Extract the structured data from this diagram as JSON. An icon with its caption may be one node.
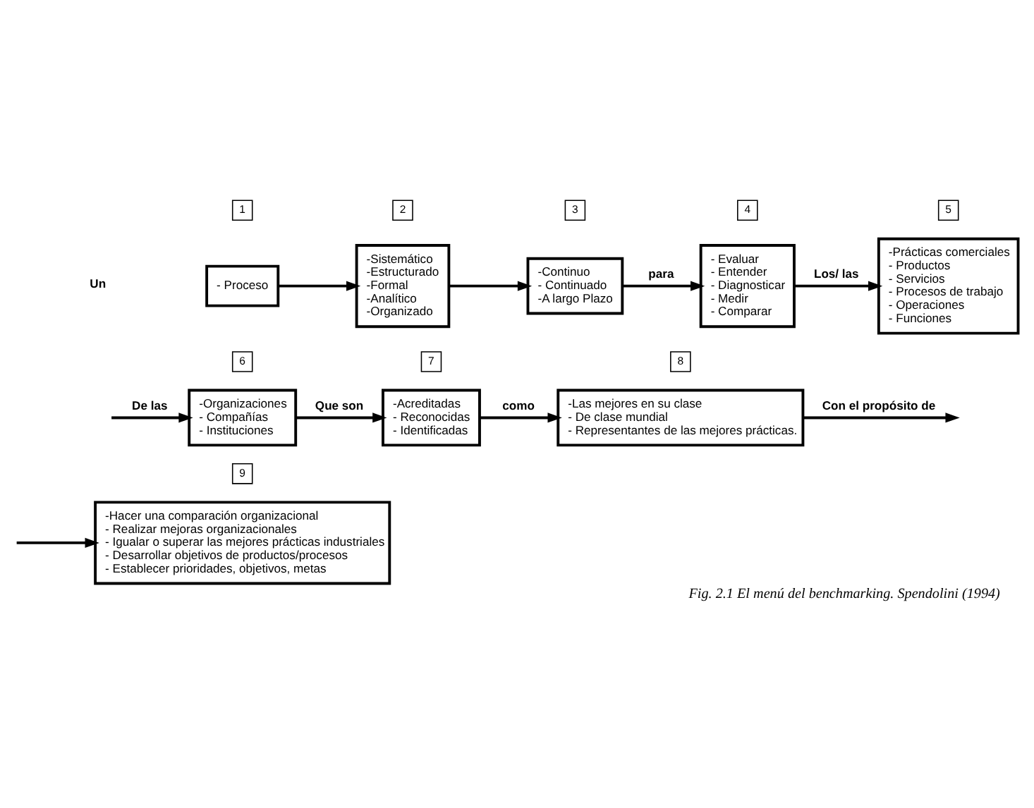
{
  "diagram": {
    "caption": "Fig. 2.1 El menú del benchmarking. Spendolini (1994)",
    "nodes": [
      {
        "text": [
          "1"
        ]
      },
      {
        "text": [
          "- Proceso"
        ]
      },
      {
        "text": [
          "2"
        ]
      },
      {
        "text": [
          "-Sistemático",
          "-Estructurado",
          "-Formal",
          "-Analítico",
          "-Organizado"
        ]
      },
      {
        "text": [
          "3"
        ]
      },
      {
        "text": [
          "-Continuo",
          "- Continuado",
          "-A largo Plazo"
        ]
      },
      {
        "text": [
          "4"
        ]
      },
      {
        "text": [
          "- Evaluar",
          "- Entender",
          "- Diagnosticar",
          "- Medir",
          "- Comparar"
        ]
      },
      {
        "text": [
          "5"
        ]
      },
      {
        "text": [
          "-Prácticas comerciales",
          "- Productos",
          "- Servicios",
          "- Procesos de trabajo",
          "- Operaciones",
          "- Funciones"
        ]
      },
      {
        "text": [
          "6"
        ]
      },
      {
        "text": [
          "-Organizaciones",
          "- Compañías",
          "- Instituciones"
        ]
      },
      {
        "text": [
          "7"
        ]
      },
      {
        "text": [
          "-Acreditadas",
          "- Reconocidas",
          "- Identificadas"
        ]
      },
      {
        "text": [
          "8"
        ]
      },
      {
        "text": [
          "-Las mejores en su clase",
          "- De clase mundial",
          "- Representantes de las mejores prácticas."
        ]
      },
      {
        "text": [
          "9"
        ]
      },
      {
        "text": [
          "-Hacer una comparación organizacional",
          "- Realizar mejoras organizacionales",
          "- Igualar o superar las mejores prácticas industriales",
          "- Desarrollar objetivos de productos/procesos",
          "- Establecer prioridades, objetivos, metas"
        ]
      }
    ],
    "edges": [
      {
        "from": 1,
        "to": 3,
        "arrow": "to"
      },
      {
        "from": 3,
        "to": 5,
        "arrow": "to"
      },
      {
        "from": 5,
        "to": 7,
        "arrow": "to",
        "label": "para"
      },
      {
        "from": 7,
        "to": 9,
        "arrow": "to",
        "label": "Los/ las"
      },
      {
        "from": null,
        "to": 11,
        "arrow": "to",
        "label": "De las"
      },
      {
        "from": 11,
        "to": 13,
        "arrow": "to",
        "label": "Que son"
      },
      {
        "from": 13,
        "to": 15,
        "arrow": "to",
        "label": "como"
      },
      {
        "from": 15,
        "to": null,
        "arrow": "to",
        "label": "Con el propósito de"
      },
      {
        "from": null,
        "to": 17,
        "arrow": "to"
      }
    ],
    "labels": [
      "Un"
    ]
  }
}
